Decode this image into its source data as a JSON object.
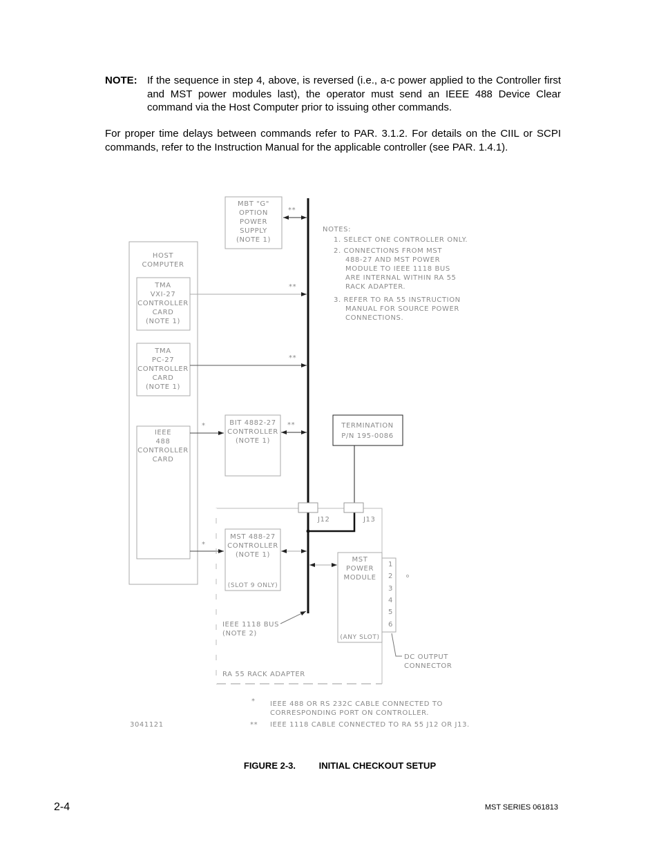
{
  "note": {
    "label": "NOTE:",
    "text": "If the sequence in step 4, above, is reversed (i.e., a-c power applied to the Controller first and MST power modules last), the operator must send an IEEE 488 Device Clear command via the Host Computer prior to issuing other commands."
  },
  "paragraph": "For proper time delays between commands refer to PAR. 3.1.2. For details on the CIIL or SCPI commands, refer to the Instruction Manual for the applicable controller (see PAR. 1.4.1).",
  "diagram": {
    "mbt_supply": [
      "MBT \"G\"",
      "OPTION",
      "POWER",
      "SUPPLY",
      "(NOTE 1)"
    ],
    "host_computer": [
      "HOST",
      "COMPUTER"
    ],
    "tma_vxi": [
      "TMA",
      "VXI-27",
      "CONTROLLER",
      "CARD",
      "(NOTE 1)"
    ],
    "tma_pc": [
      "TMA",
      "PC-27",
      "CONTROLLER",
      "CARD",
      "(NOTE 1)"
    ],
    "ieee_card": [
      "IEEE",
      "488",
      "CONTROLLER",
      "CARD"
    ],
    "bit_controller": [
      "BIT 4882-27",
      "CONTROLLER",
      "(NOTE 1)"
    ],
    "termination": [
      "TERMINATION",
      "P/N 195-0086"
    ],
    "mst_controller": [
      "MST 488-27",
      "CONTROLLER",
      "(NOTE 1)"
    ],
    "mst_controller_slot": "(SLOT 9 ONLY)",
    "power_module": [
      "MST",
      "POWER",
      "MODULE"
    ],
    "power_module_slot": "(ANY SLOT)",
    "output_pins": [
      "1",
      "2",
      "3",
      "4",
      "5",
      "6"
    ],
    "j12": "J12",
    "j13": "J13",
    "bus_label": [
      "IEEE 1118 BUS",
      "(NOTE 2)"
    ],
    "rack_label": "RA 55 RACK ADAPTER",
    "dc_output": [
      "DC OUTPUT",
      "CONNECTOR"
    ],
    "single_star": "*",
    "double_star": "**",
    "notes_title": "NOTES:",
    "notes": [
      [
        "1. SELECT ONE CONTROLLER ONLY."
      ],
      [
        "2. CONNECTIONS FROM MST",
        "488-27 AND MST POWER",
        "MODULE TO IEEE 1118 BUS",
        "ARE INTERNAL WITHIN RA 55",
        "RACK ADAPTER."
      ],
      [
        "3. REFER TO RA 55 INSTRUCTION",
        "MANUAL FOR SOURCE POWER",
        "CONNECTIONS."
      ]
    ],
    "legend": [
      {
        "symbol": "*",
        "lines": [
          "IEEE 488 OR RS 232C CABLE CONNECTED TO",
          "CORRESPONDING PORT ON CONTROLLER."
        ]
      },
      {
        "symbol": "**",
        "lines": [
          "IEEE 1118 CABLE CONNECTED TO RA 55 J12 OR J13."
        ]
      }
    ],
    "drawing_number": "3041121"
  },
  "caption": {
    "figure": "FIGURE 2-3.",
    "title": "INITIAL CHECKOUT SETUP"
  },
  "footer": {
    "page": "2-4",
    "series": "MST SERIES 061813"
  }
}
